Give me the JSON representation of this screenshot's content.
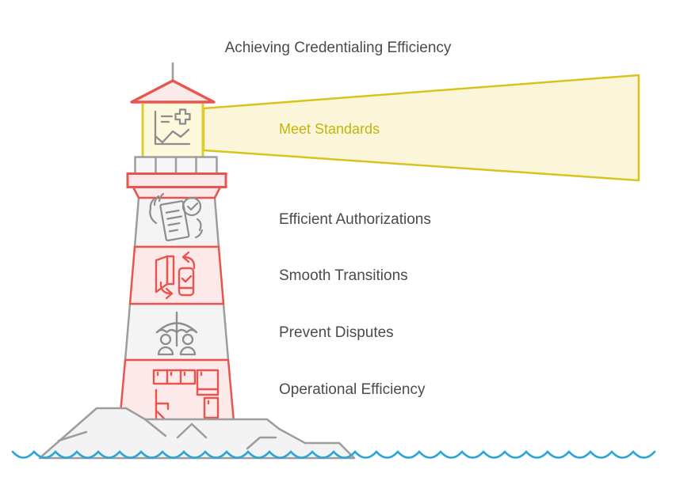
{
  "title": "Achieving Credentialing Efficiency",
  "beam": {
    "label": "Meet Standards",
    "fill": "#fbf6d8",
    "stroke": "#d8c41d",
    "text_color": "#c5b40b"
  },
  "lantern": {
    "icon": "medical-chart-icon"
  },
  "tiers": [
    {
      "label": "Efficient Authorizations",
      "icon": "hands-document-check-icon",
      "theme": "gray"
    },
    {
      "label": "Smooth Transitions",
      "icon": "door-device-transfer-icon",
      "theme": "red"
    },
    {
      "label": "Prevent Disputes",
      "icon": "umbrella-people-icon",
      "theme": "gray"
    },
    {
      "label": "Operational Efficiency",
      "icon": "workspace-layout-icon",
      "theme": "red"
    }
  ],
  "colors": {
    "red_stroke": "#e8554f",
    "pink_fill": "#fceaea",
    "gray_stroke": "#9d9d9d",
    "gray_fill": "#f4f4f4",
    "icon_gray": "#8d8d8d",
    "lantern_fill": "#fdf9dc",
    "lantern_stroke": "#e2cb2e",
    "wave_blue": "#2aa5d8",
    "text_gray": "#4b4b4b"
  }
}
